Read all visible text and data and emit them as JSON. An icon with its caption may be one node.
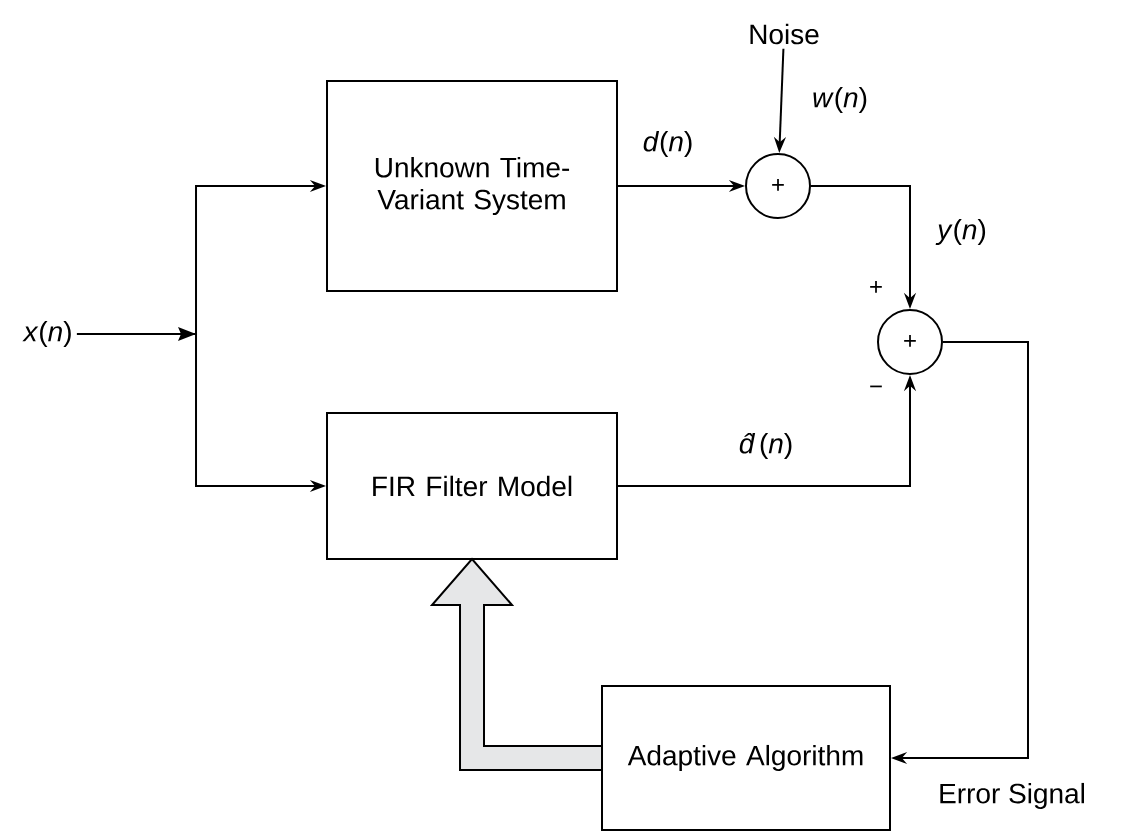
{
  "diagram": {
    "nodes": [
      {
        "text": [
          "*x*(*n*)"
        ]
      },
      {
        "text": [
          "Unknown Time-Variant System"
        ]
      },
      {
        "text": [
          "FIR Filter Model"
        ]
      },
      {
        "text": [
          "+"
        ]
      },
      {
        "text": [
          "Noise"
        ]
      },
      {
        "text": [
          "+"
        ]
      },
      {
        "text": [
          "Adaptive Algorithm"
        ]
      }
    ],
    "edges": [
      {
        "from": 0,
        "to": 1,
        "arrow": "to"
      },
      {
        "from": 0,
        "to": 2,
        "arrow": "to"
      },
      {
        "from": 1,
        "to": 3,
        "arrow": "to",
        "label": "*d*(*n*)"
      },
      {
        "from": 4,
        "to": 3,
        "arrow": "to",
        "label": "*w*(*n*)"
      },
      {
        "from": 3,
        "to": 5,
        "arrow": "to",
        "label": "*y*(*n*)"
      },
      {
        "from": 2,
        "to": 5,
        "arrow": "to",
        "label": "*d̂*(*n*)"
      },
      {
        "from": 5,
        "to": 6,
        "arrow": "to",
        "label": "Error Signal"
      },
      {
        "from": 6,
        "to": 2,
        "arrow": "to",
        "style": "thick",
        "color": "#e6e7e8"
      }
    ],
    "labels": [
      "+",
      "−"
    ]
  }
}
